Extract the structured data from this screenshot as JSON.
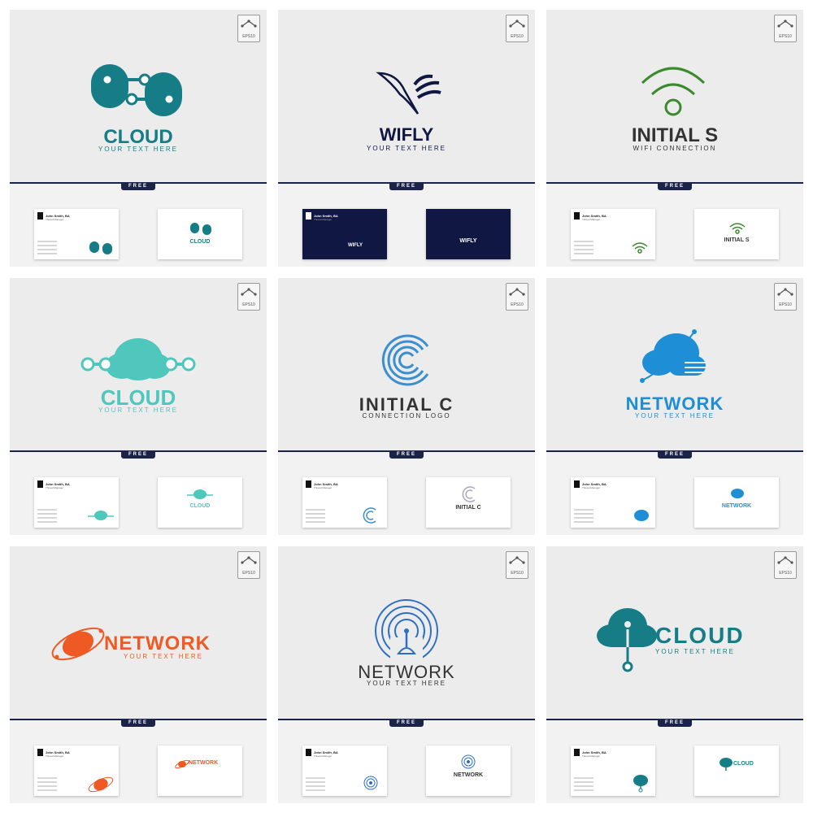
{
  "panels": [
    {
      "brand": "CLOUD",
      "tagline": "YOUR TEXT HERE",
      "color": "#167d86",
      "eps": "EPS10",
      "free": "FREE",
      "card_name": "John Smith, BA",
      "card_sub": "Thread Manager",
      "icon": "cloud-link-icon"
    },
    {
      "brand": "WIFLY",
      "tagline": "YOUR TEXT HERE",
      "color": "#0f1742",
      "eps": "EPS10",
      "free": "FREE",
      "card_name": "John Smith, BA",
      "card_sub": "Thread Manager",
      "icon": "bird-wifi-icon"
    },
    {
      "brand": "INITIAL S",
      "tagline": "WIFI CONNECTION",
      "color": "#3c8a2e",
      "text_color": "#333333",
      "eps": "EPS10",
      "free": "FREE",
      "card_name": "John Smith, BA",
      "card_sub": "Thread Manager",
      "icon": "wifi-s-icon"
    },
    {
      "brand": "CLOUD",
      "tagline": "YOUR TEXT HERE",
      "color": "#4fc7bd",
      "eps": "EPS10",
      "free": "FREE",
      "card_name": "John Smith, BA",
      "card_sub": "Thread Manager",
      "icon": "cloud-nodes-icon"
    },
    {
      "brand": "INITIAL C",
      "tagline": "CONNECTION LOGO",
      "color": "#3a8fd0",
      "text_color": "#333333",
      "eps": "EPS10",
      "free": "FREE",
      "card_name": "John Smith, BA",
      "card_sub": "Thread Manager",
      "icon": "letter-c-rings-icon"
    },
    {
      "brand": "NETWORK",
      "tagline": "YOUR TEXT HERE",
      "color": "#1e8fd6",
      "eps": "EPS10",
      "free": "FREE",
      "card_name": "John Smith, BA",
      "card_sub": "Thread Manager",
      "icon": "cloud-orbit-icon"
    },
    {
      "brand": "NETWORK",
      "tagline": "YOUR TEXT HERE",
      "color": "#ef5a24",
      "eps": "EPS10",
      "free": "FREE",
      "card_name": "John Smith, BA",
      "card_sub": "Thread Manager",
      "icon": "planet-orbit-icon"
    },
    {
      "brand": "NETWORK",
      "tagline": "YOUR TEXT HERE",
      "color": "#2d6fc4",
      "text_color": "#333333",
      "eps": "EPS10",
      "free": "FREE",
      "card_name": "John Smith, BA",
      "card_sub": "Thread Manager",
      "icon": "signal-tower-icon"
    },
    {
      "brand": "CLOUD",
      "tagline": "YOUR TEXT HERE",
      "color": "#167d86",
      "eps": "EPS10",
      "free": "FREE",
      "card_name": "John Smith, BA",
      "card_sub": "Thread Manager",
      "icon": "cloud-node-icon"
    }
  ]
}
